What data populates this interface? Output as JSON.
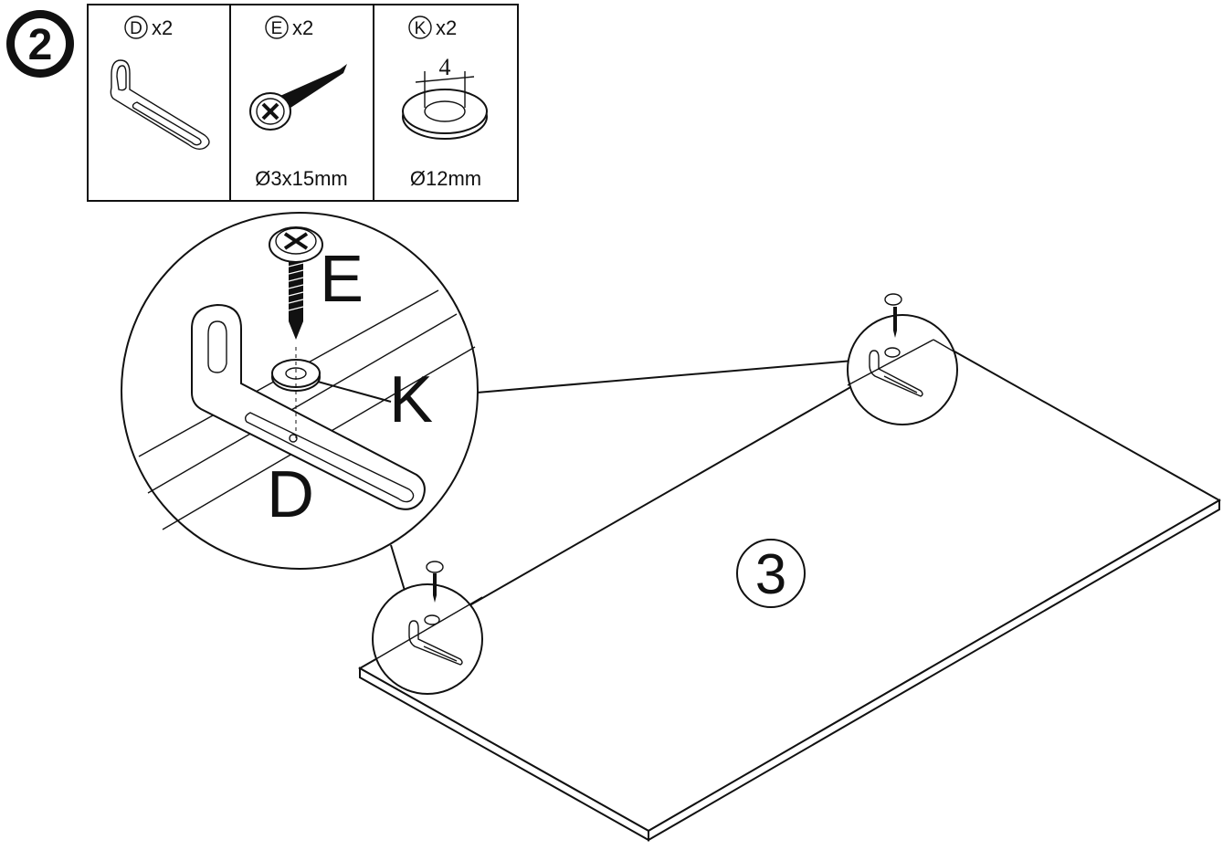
{
  "step": {
    "number": "2"
  },
  "parts_table": {
    "parts": [
      {
        "letter": "D",
        "qty": "x2",
        "size": ""
      },
      {
        "letter": "E",
        "qty": "x2",
        "size": "Ø3x15mm"
      },
      {
        "letter": "K",
        "qty": "x2",
        "size": "Ø12mm"
      }
    ],
    "washer_dimension": "4"
  },
  "detail_labels": {
    "screw": "E",
    "washer": "K",
    "bracket": "D"
  },
  "panel": {
    "number": "3"
  }
}
